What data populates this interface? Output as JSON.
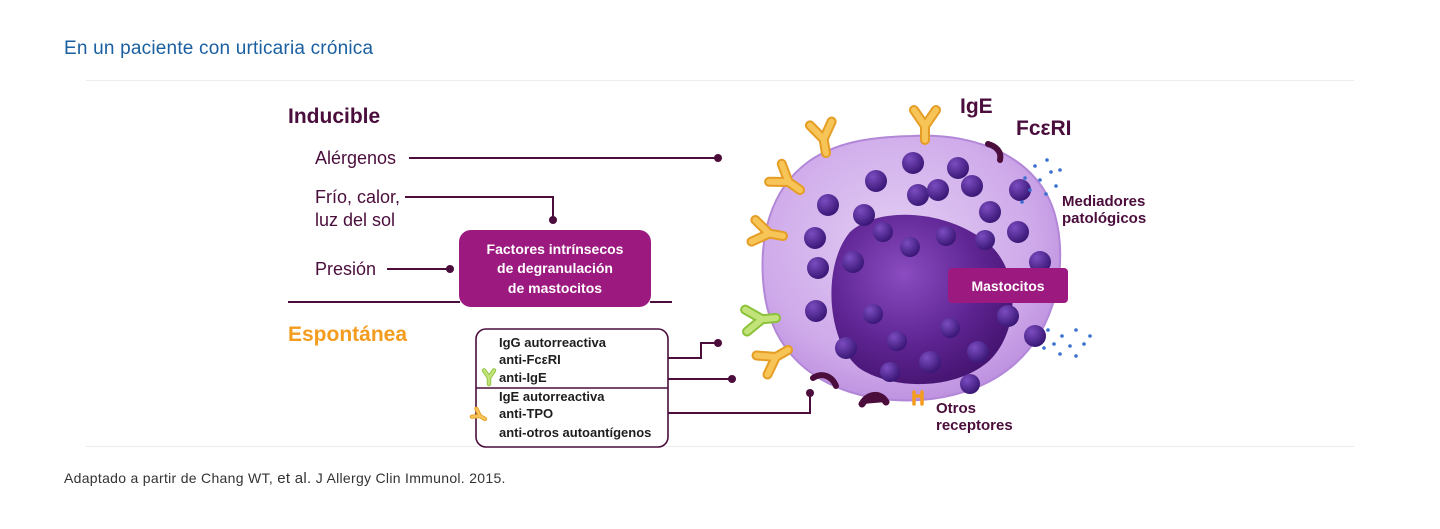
{
  "heading": "En un paciente con urticaria crónica",
  "inducible": {
    "title": "Inducible",
    "items": [
      "Alérgenos",
      "Frío, calor,",
      "luz del sol",
      "Presión"
    ]
  },
  "factors_box": [
    "Factores intrínsecos",
    "de degranulación",
    "de mastocitos"
  ],
  "spontaneous": {
    "title": "Espontánea"
  },
  "autoantibody_box": {
    "igg_group": [
      "IgG autorreactiva",
      "anti-FcεRI",
      "anti-IgE"
    ],
    "ige_group": [
      "IgE autorreactiva",
      "anti-TPO",
      "anti-otros autoantígenos"
    ]
  },
  "cell_labels": {
    "ige": "IgE",
    "fceri": "FcεRI",
    "mediators": [
      "Mediadores",
      "patológicos"
    ],
    "mast_cells": "Mastocitos",
    "other_receptors": [
      "Otros",
      "receptores"
    ]
  },
  "colors": {
    "heading": "#1a5fa0",
    "dark_purple": "#4a0d3c",
    "magenta": "#9c1a80",
    "orange": "#f39c1e",
    "antibody_yellow": "#f5b93f",
    "antibody_green": "#a6d24b",
    "cell_outer": "#c9a3e6",
    "nucleus": "#5a1f8c",
    "granule": "#4a2188",
    "mediator_dots": "#3a6fd0"
  },
  "footnote": {
    "before": "Adaptado a partir de Chang WT, ",
    "etal": "et al.",
    "after": " J Allergy Clin Immunol. 2015."
  }
}
